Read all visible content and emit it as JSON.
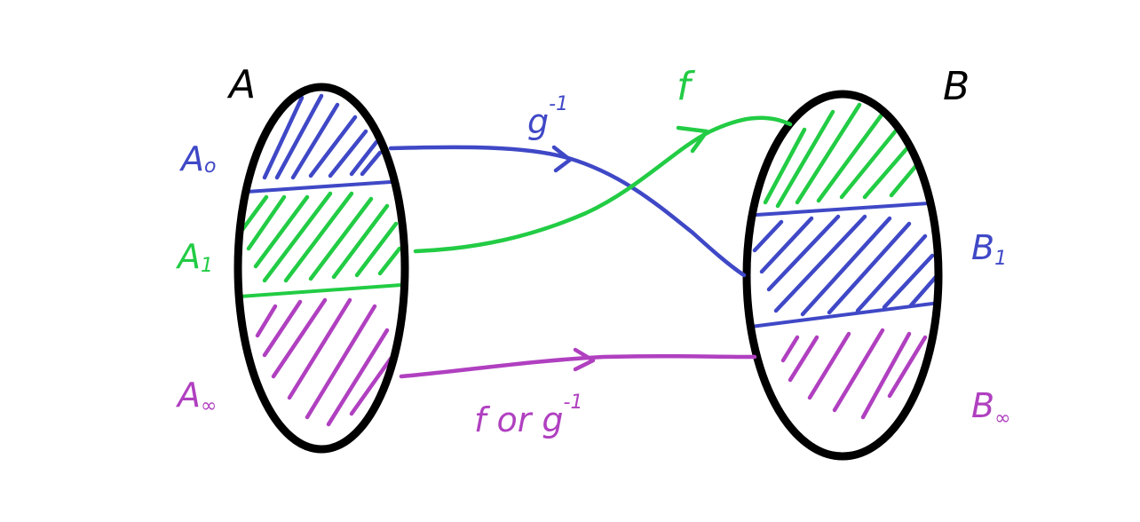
{
  "colors": {
    "outline": "#000000",
    "blue": "#3f48c6",
    "green": "#22cc44",
    "purple": "#b040c0"
  },
  "labels": {
    "set_a": "A",
    "set_b": "B",
    "a0": {
      "main": "A",
      "sub": "o"
    },
    "a1": {
      "main": "A",
      "sub": "1"
    },
    "a_inf": {
      "main": "A",
      "sub": "∞"
    },
    "b1": {
      "main": "B",
      "sub": "1"
    },
    "b_inf": {
      "main": "B",
      "sub": "∞"
    },
    "g_inverse": {
      "base": "g",
      "sup": "-1"
    },
    "f": "f",
    "f_or_g_inverse": {
      "text": "f or g",
      "sup": "-1"
    }
  }
}
